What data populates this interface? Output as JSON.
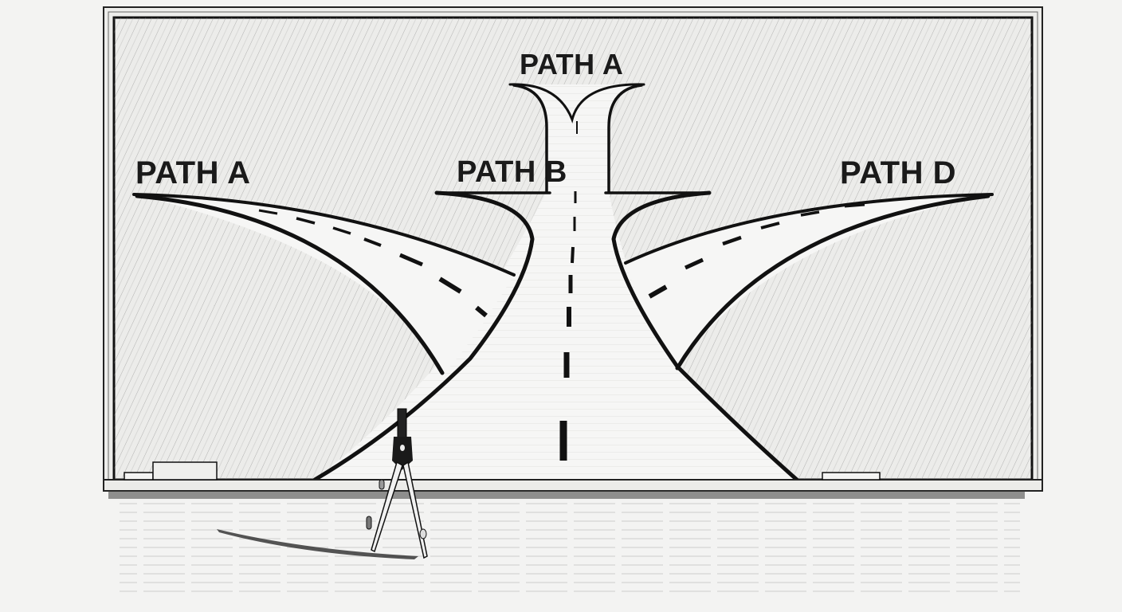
{
  "scene": {
    "description": "Pencil sketch of a chalkboard showing a road forking into multiple paths, with a drafting compass standing in front",
    "colors": {
      "paper": "#f3f3f2",
      "board": "#ececea",
      "ink": "#111111",
      "hatch": "#6e6e6e",
      "road": "#f6f6f5",
      "frame": "#e6e6e4"
    }
  },
  "labels": {
    "top": "PATH A",
    "left": "PATH A",
    "center": "PATH B",
    "right": "PATH D"
  },
  "board": {
    "eraser_left": "eraser",
    "chalk_left": "chalk",
    "eraser_right": "eraser"
  },
  "tool": {
    "name": "drafting compass"
  }
}
